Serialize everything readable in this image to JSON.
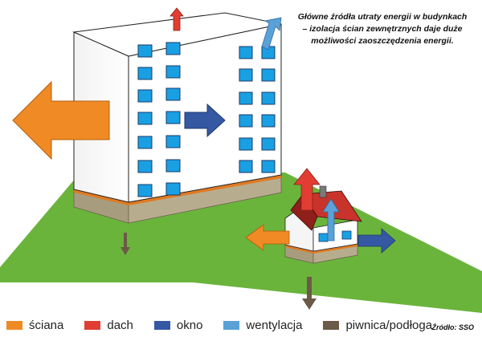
{
  "caption": {
    "line1": "Główne źródła utraty energii w budynkach",
    "line2": "– izolacja ścian zewnętrznych daje duże",
    "line3": "możliwości zaoszczędzenia energii."
  },
  "source": "Źródło: SSO",
  "colors": {
    "wall": "#f08a24",
    "roof": "#e13d33",
    "window": "#3558a3",
    "ventilation": "#5aa1d8",
    "basement": "#6b5a47",
    "ground": "#6ab43b"
  },
  "legend": [
    {
      "label": "ściana",
      "color": "#f08a24"
    },
    {
      "label": "dach",
      "color": "#e13d33"
    },
    {
      "label": "okno",
      "color": "#3558a3"
    },
    {
      "label": "wentylacja",
      "color": "#5aa1d8"
    },
    {
      "label": "piwnica/podłoga",
      "color": "#6b5a47"
    }
  ]
}
